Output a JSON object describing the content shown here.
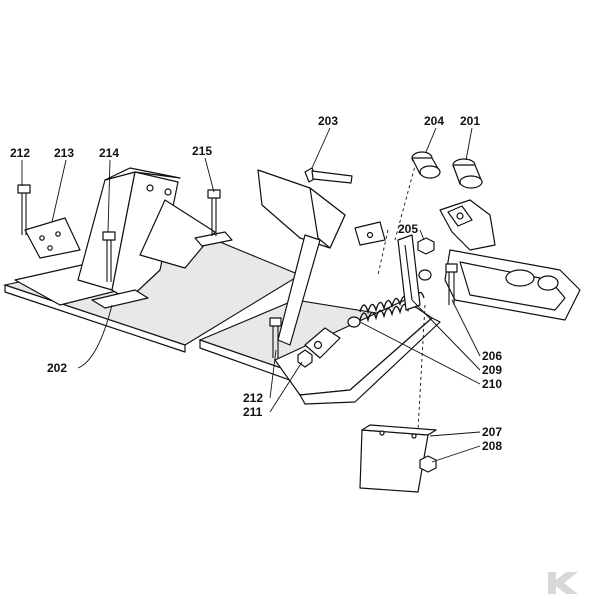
{
  "diagram": {
    "callouts": {
      "p201": "201",
      "p202": "202",
      "p203": "203",
      "p204": "204",
      "p205": "205",
      "p206": "206",
      "p207": "207",
      "p208": "208",
      "p209": "209",
      "p210": "210",
      "p211": "211",
      "p212_left": "212",
      "p212_center": "212",
      "p213": "213",
      "p214": "214",
      "p215": "215"
    },
    "logo": {
      "letter": "K",
      "color": "#d8d8d8"
    }
  }
}
